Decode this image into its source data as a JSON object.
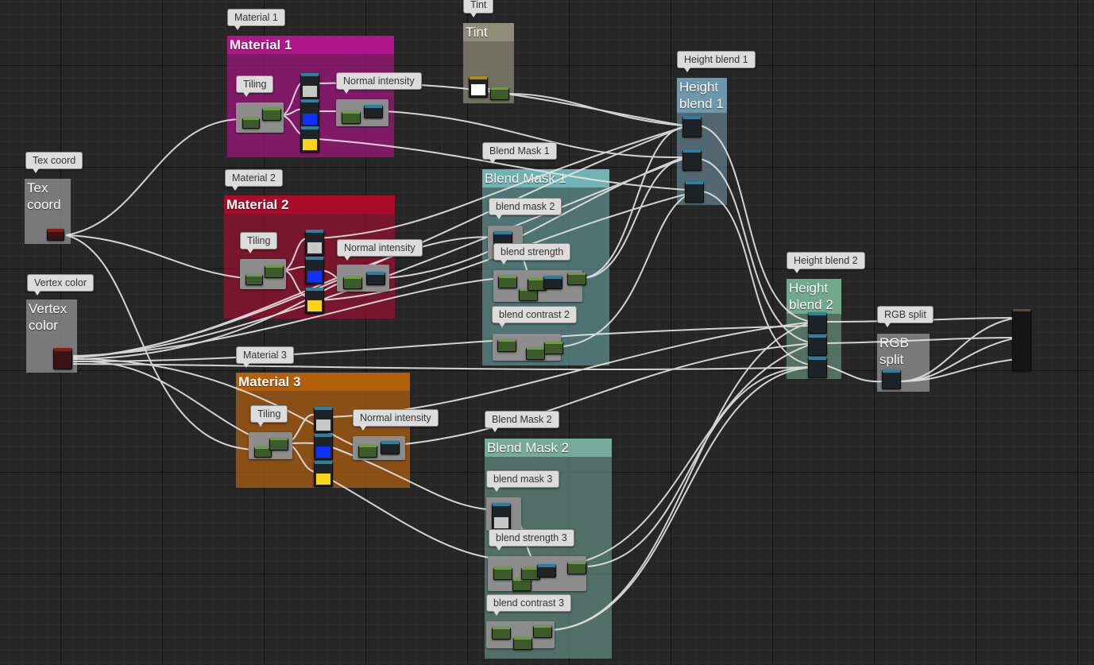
{
  "comments": {
    "tex_coord": {
      "title": "Tex coord",
      "tag": "Tex coord"
    },
    "vertex_color": {
      "title": "Vertex color",
      "tag": "Vertex color"
    },
    "material_1": {
      "title": "Material 1",
      "tag": "Material 1"
    },
    "material_2": {
      "title": "Material 2",
      "tag": "Material 2"
    },
    "material_3": {
      "title": "Material 3",
      "tag": "Material 3"
    },
    "tint": {
      "title": "Tint",
      "tag": "Tint"
    },
    "blend_mask_1": {
      "title": "Blend Mask 1",
      "tag": "Blend Mask 1"
    },
    "blend_mask_2": {
      "title": "Blend Mask 2",
      "tag": "Blend Mask 2"
    },
    "height_blend_1": {
      "title": "Height blend 1",
      "tag": "Height blend 1"
    },
    "height_blend_2": {
      "title": "Height blend 2",
      "tag": "Height blend 2"
    },
    "rgb_split": {
      "title": "RGB split",
      "tag": "RGB split"
    }
  },
  "tags": {
    "tiling_1": "Tiling",
    "tiling_2": "Tiling",
    "tiling_3": "Tiling",
    "normal_intensity_1": "Normal intensity",
    "normal_intensity_2": "Normal intensity",
    "normal_intensity_3": "Normal intensity",
    "blend_mask_2_inner": "blend mask 2",
    "blend_strength": "blend strength",
    "blend_contrast_2": "blend contrast 2",
    "blend_mask_3": "blend mask 3",
    "blend_strength_3": "blend strength 3",
    "blend_contrast_3": "blend contrast 3"
  },
  "colors": {
    "material_1": "#a3157f",
    "material_2": "#9a1030",
    "material_3": "#b0600f",
    "tint": "#8c8a74",
    "blend_mask_1": "#6aa7a7",
    "blend_mask_2": "#6e9e92",
    "height_blend_1": "#6d8fa0",
    "height_blend_2": "#6f9e86",
    "rgb_split": "#8a8a8a",
    "tex_coord": "#8a8a8a",
    "vertex_color": "#8a8a8a",
    "swatch_grey": "#c8c8c8",
    "swatch_blue": "#1030ff",
    "swatch_yellow": "#ffd21a",
    "swatch_white": "#ffffff",
    "wire": "#e6e6e6"
  }
}
